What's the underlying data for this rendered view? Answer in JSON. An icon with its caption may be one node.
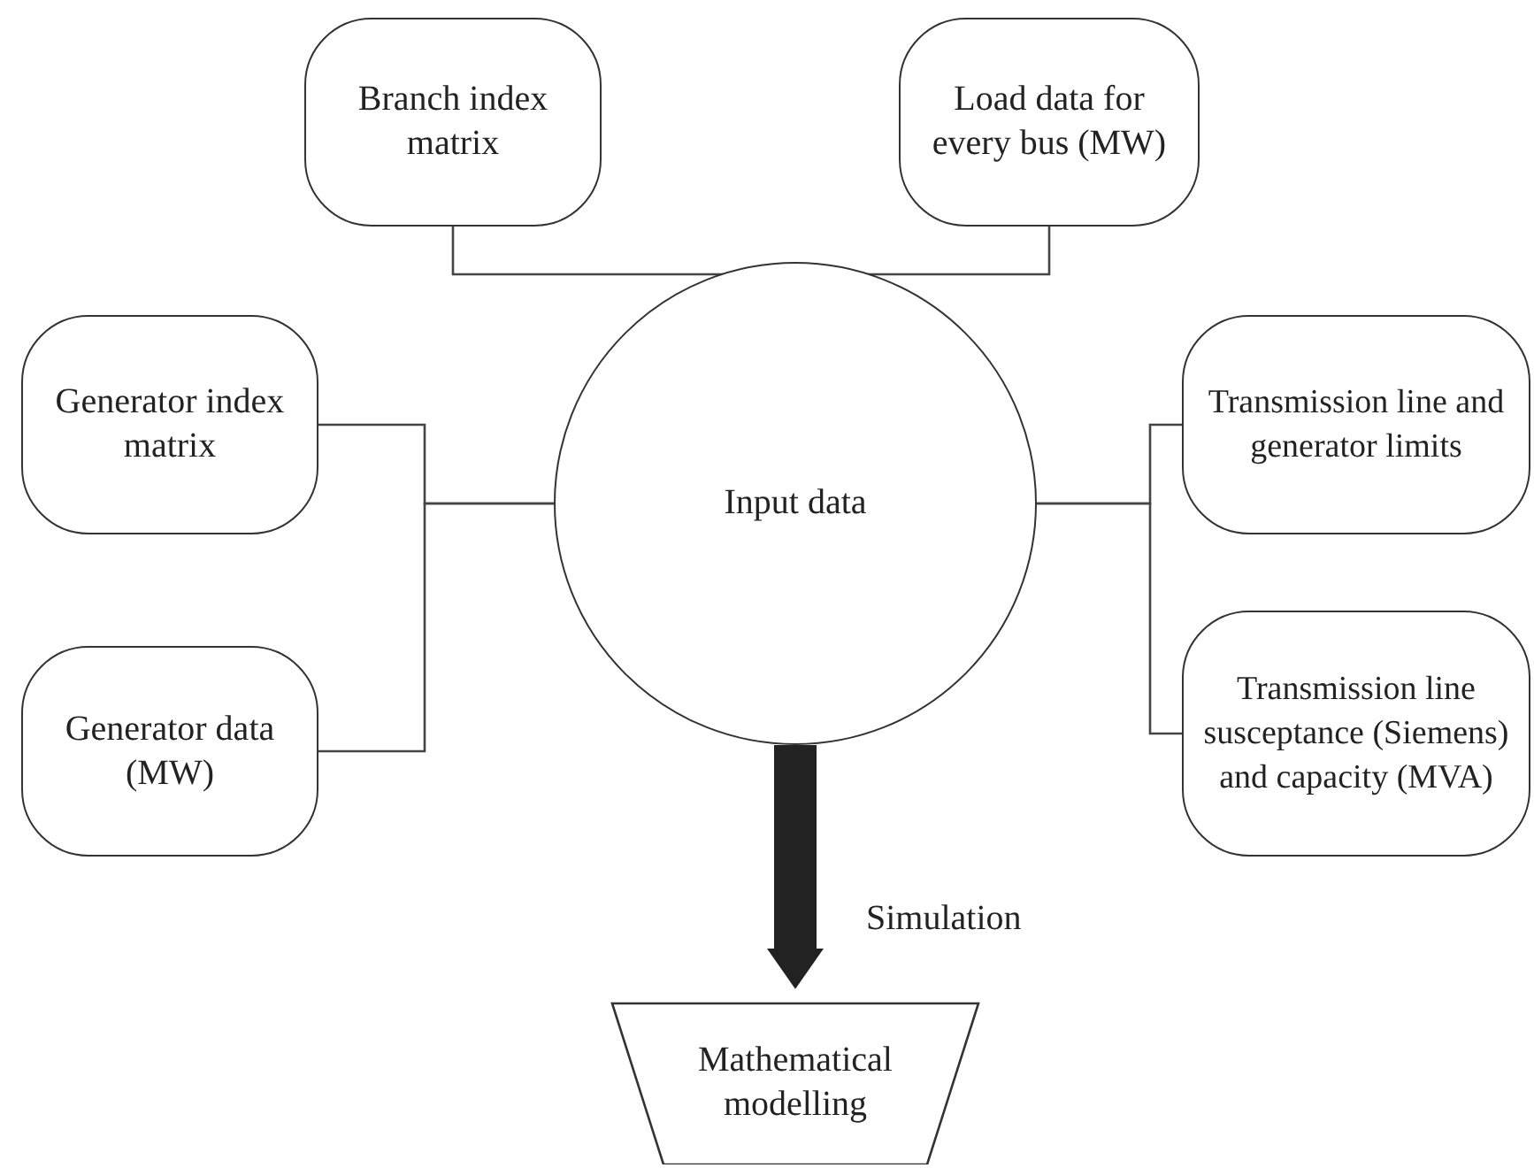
{
  "diagram": {
    "nodes": [
      {
        "text": [
          "Branch index matrix"
        ]
      },
      {
        "text": [
          "Load data for every bus (MW)"
        ]
      },
      {
        "text": [
          "Generator index matrix"
        ]
      },
      {
        "text": [
          "Input data"
        ]
      },
      {
        "text": [
          "Transmission line and generator limits"
        ]
      },
      {
        "text": [
          "Transmission line susceptance (Siemens) and capacity (MVA)"
        ]
      },
      {
        "text": [
          "Generator data (MW)"
        ]
      },
      {
        "text": [
          "Mathematical modelling"
        ]
      }
    ],
    "edges": [
      {
        "from": 0,
        "to": 3,
        "arrow": "none"
      },
      {
        "from": 1,
        "to": 3,
        "arrow": "none"
      },
      {
        "from": 2,
        "to": 3,
        "arrow": "none"
      },
      {
        "from": 6,
        "to": 3,
        "arrow": "none"
      },
      {
        "from": 3,
        "to": 4,
        "arrow": "none"
      },
      {
        "from": 3,
        "to": 5,
        "arrow": "none"
      },
      {
        "from": 3,
        "to": 7,
        "arrow": "to",
        "label": "Simulation",
        "style": "thick"
      }
    ]
  }
}
